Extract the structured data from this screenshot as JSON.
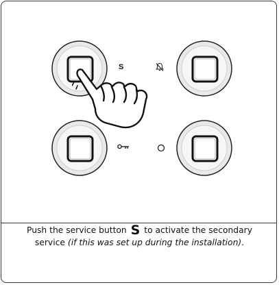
{
  "labels": {
    "service": "S"
  },
  "icons": {
    "mute": "mute-bell-icon",
    "key": "key-icon",
    "led": "led-circle-icon",
    "hand": "pointing-hand-icon"
  },
  "caption": {
    "part1": "Push the service button",
    "button_glyph": "S",
    "part2": "to activate the secondary service",
    "note": "(if this was set up during the installation)",
    "end": "."
  }
}
